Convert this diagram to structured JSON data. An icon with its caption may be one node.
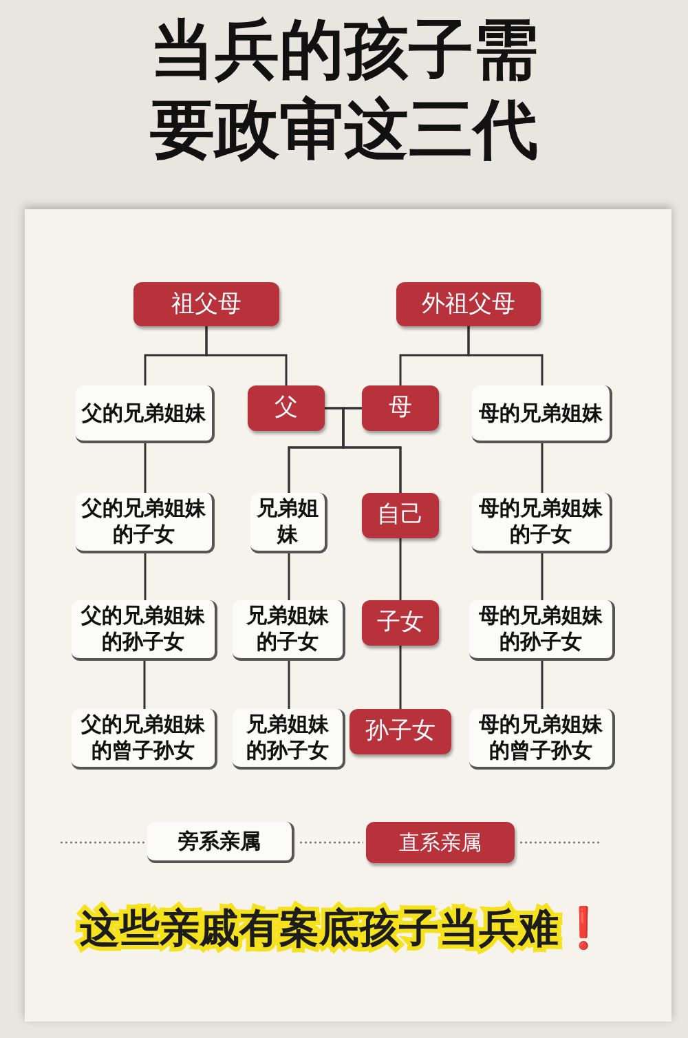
{
  "diagram": {
    "title": "当兵的孩子需要政审这三代",
    "caption": "这些亲戚有案底孩子当兵难❗",
    "nodes": [
      {
        "text": [
          "祖父母"
        ]
      },
      {
        "text": [
          "外祖父母"
        ]
      },
      {
        "text": [
          "父的兄弟姐妹"
        ]
      },
      {
        "text": [
          "父"
        ]
      },
      {
        "text": [
          "母"
        ]
      },
      {
        "text": [
          "母的兄弟姐妹"
        ]
      },
      {
        "text": [
          "父的兄弟姐妹的子女"
        ]
      },
      {
        "text": [
          "兄弟姐妹"
        ]
      },
      {
        "text": [
          "自己"
        ]
      },
      {
        "text": [
          "母的兄弟姐妹的子女"
        ]
      },
      {
        "text": [
          "父的兄弟姐妹的孙子女"
        ]
      },
      {
        "text": [
          "兄弟姐妹的子女"
        ]
      },
      {
        "text": [
          "子女"
        ]
      },
      {
        "text": [
          "母的兄弟姐妹的孙子女"
        ]
      },
      {
        "text": [
          "父的兄弟姐妹的曾子孙女"
        ]
      },
      {
        "text": [
          "兄弟姐妹的孙子女"
        ]
      },
      {
        "text": [
          "孙子女"
        ]
      },
      {
        "text": [
          "母的兄弟姐妹的曾子孙女"
        ]
      }
    ],
    "edges": [
      {
        "from": 0,
        "to": 2,
        "arrow": "none"
      },
      {
        "from": 0,
        "to": 3,
        "arrow": "none"
      },
      {
        "from": 1,
        "to": 4,
        "arrow": "none"
      },
      {
        "from": 1,
        "to": 5,
        "arrow": "none"
      },
      {
        "from": 3,
        "to": 7,
        "arrow": "none"
      },
      {
        "from": 3,
        "to": 8,
        "arrow": "none"
      },
      {
        "from": 4,
        "to": 7,
        "arrow": "none"
      },
      {
        "from": 4,
        "to": 8,
        "arrow": "none"
      },
      {
        "from": 2,
        "to": 6,
        "arrow": "none"
      },
      {
        "from": 6,
        "to": 10,
        "arrow": "none"
      },
      {
        "from": 10,
        "to": 14,
        "arrow": "none"
      },
      {
        "from": 7,
        "to": 11,
        "arrow": "none"
      },
      {
        "from": 11,
        "to": 15,
        "arrow": "none"
      },
      {
        "from": 8,
        "to": 12,
        "arrow": "none"
      },
      {
        "from": 12,
        "to": 16,
        "arrow": "none"
      },
      {
        "from": 5,
        "to": 9,
        "arrow": "none"
      },
      {
        "from": 9,
        "to": 13,
        "arrow": "none"
      },
      {
        "from": 13,
        "to": 17,
        "arrow": "none"
      }
    ],
    "legend": [
      {
        "text": "旁系亲属",
        "color": "#fbfbf9"
      },
      {
        "text": "直系亲属",
        "color": "#b8323c"
      }
    ]
  }
}
